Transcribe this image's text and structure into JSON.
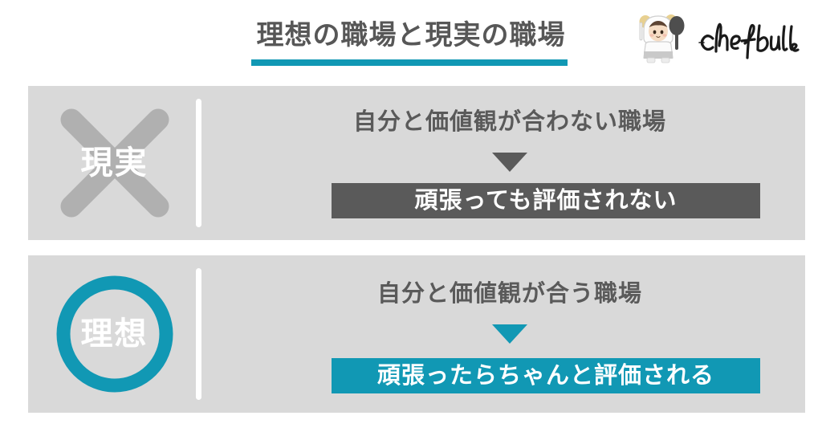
{
  "header": {
    "title": "理想の職場と現実の職場",
    "underline_color": "#1198b4",
    "title_color": "#575757"
  },
  "logo": {
    "wordmark": "chefbull",
    "mascot_name": "chefbull-mascot-chef-with-frying-pan"
  },
  "colors": {
    "panel_background": "#d9d9d9",
    "teal": "#1198b4",
    "dark_gray": "#5a5a5a",
    "light_gray_mark": "#b0b0b0",
    "white": "#ffffff"
  },
  "rows": [
    {
      "id": "reality",
      "badge_label": "現実",
      "badge_mark": "cross-mark",
      "badge_mark_color": "#b0b0b0",
      "heading": "自分と価値観が合わない職場",
      "arrow": "down-triangle",
      "arrow_color": "#5a5a5a",
      "banner_text": "頑張っても評価されない",
      "banner_color": "#5a5a5a"
    },
    {
      "id": "ideal",
      "badge_label": "理想",
      "badge_mark": "circle-mark",
      "badge_mark_color": "#1198b4",
      "heading": "自分と価値観が合う職場",
      "arrow": "down-triangle",
      "arrow_color": "#1198b4",
      "banner_text": "頑張ったらちゃんと評価される",
      "banner_color": "#1198b4"
    }
  ]
}
